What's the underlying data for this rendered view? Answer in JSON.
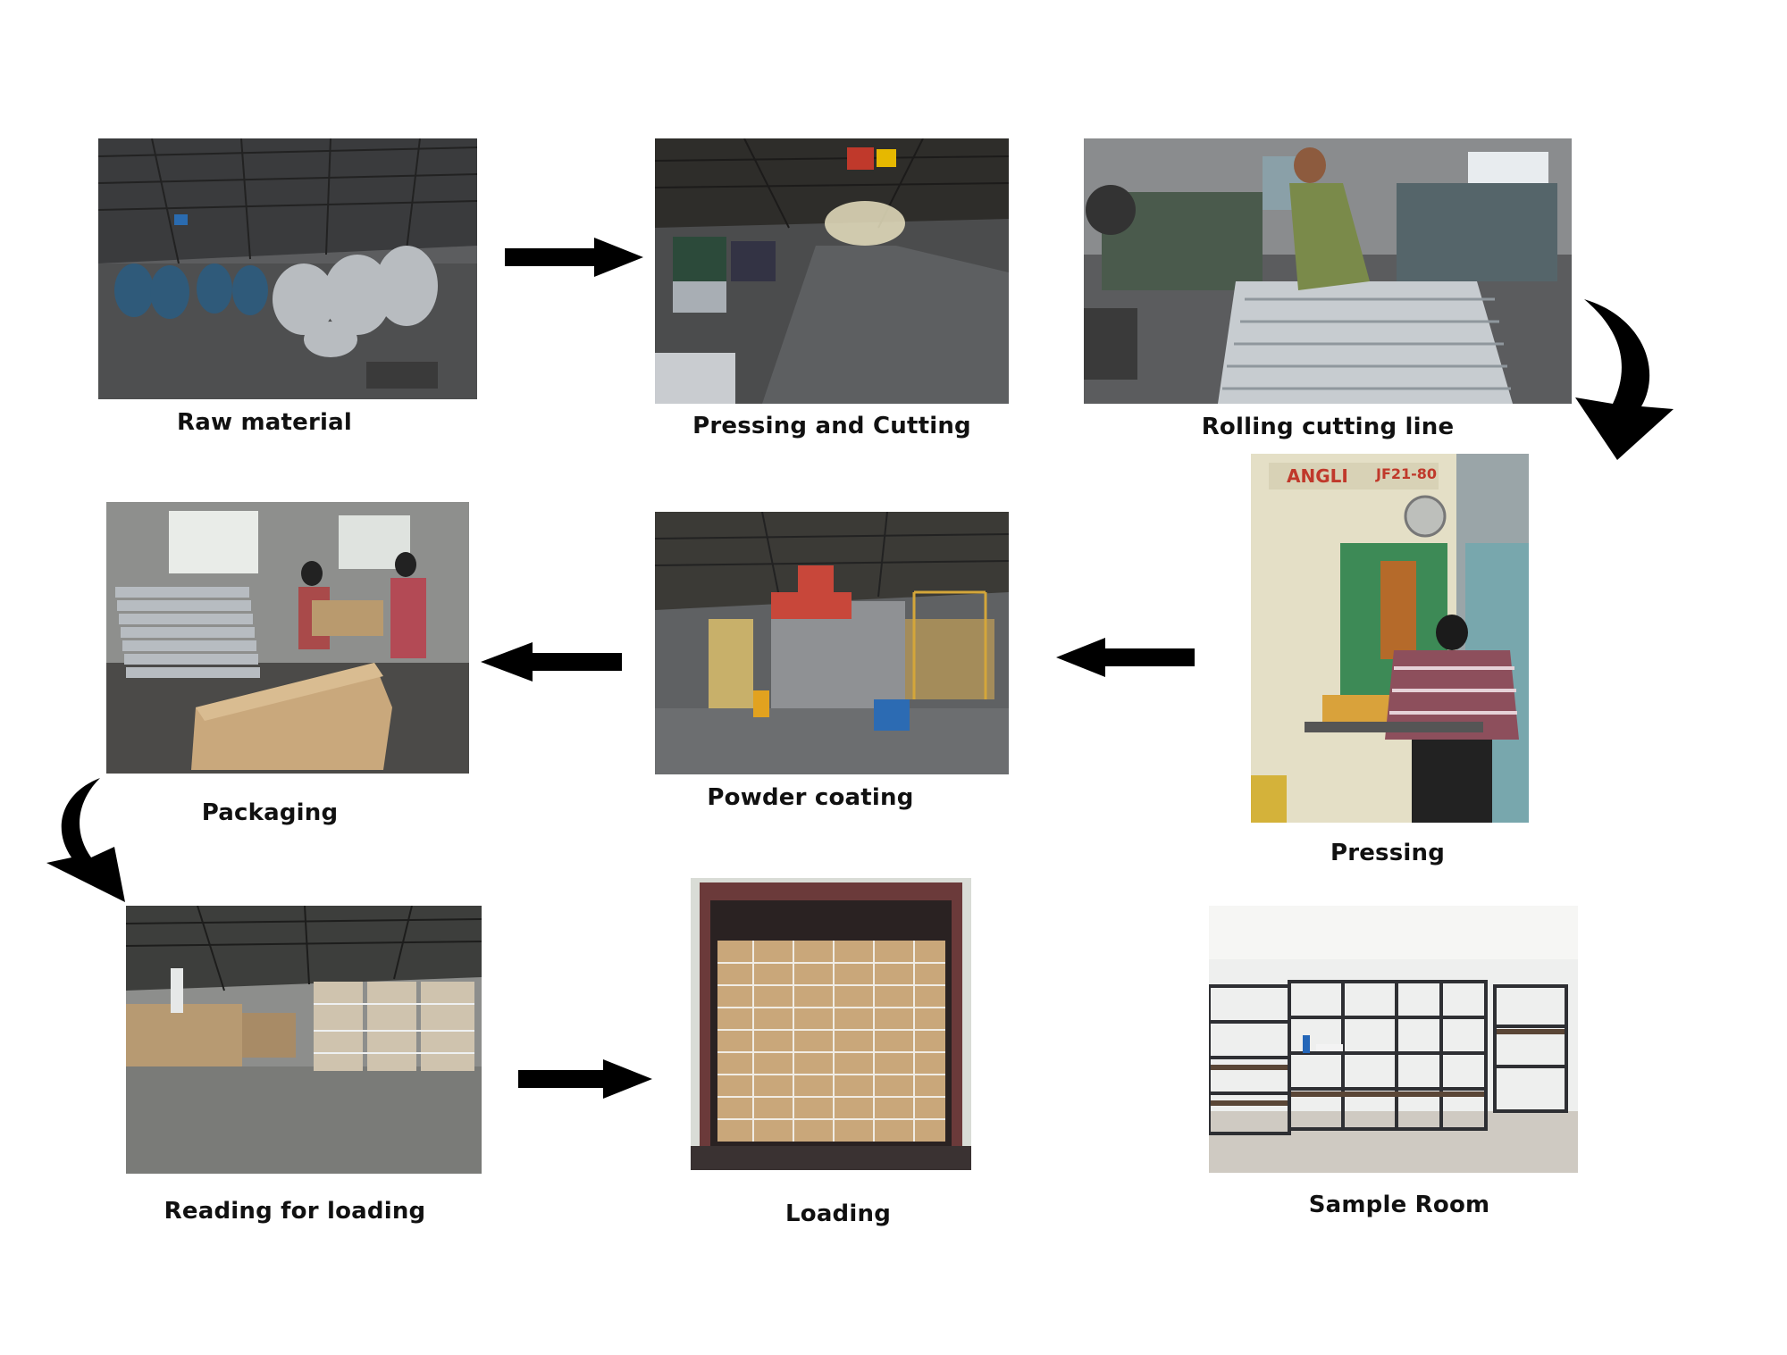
{
  "steps": [
    {
      "caption": "Raw material"
    },
    {
      "caption": "Pressing and Cutting"
    },
    {
      "caption": "Rolling cutting line"
    },
    {
      "caption": "Pressing"
    },
    {
      "caption": "Powder coating"
    },
    {
      "caption": "Packaging"
    },
    {
      "caption": "Reading for loading"
    },
    {
      "caption": "Loading"
    },
    {
      "caption": "Sample Room"
    }
  ],
  "colors": {
    "arrow": "#000000",
    "text": "#111111",
    "background": "#ffffff"
  }
}
